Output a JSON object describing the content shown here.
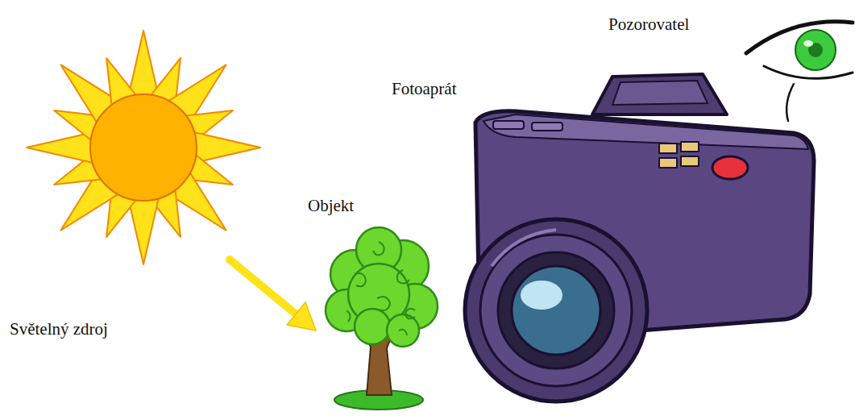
{
  "diagram": {
    "labels": [
      "Pozorovatel",
      "Fotoaprát",
      "Objekt",
      "Světelný zdroj"
    ]
  }
}
